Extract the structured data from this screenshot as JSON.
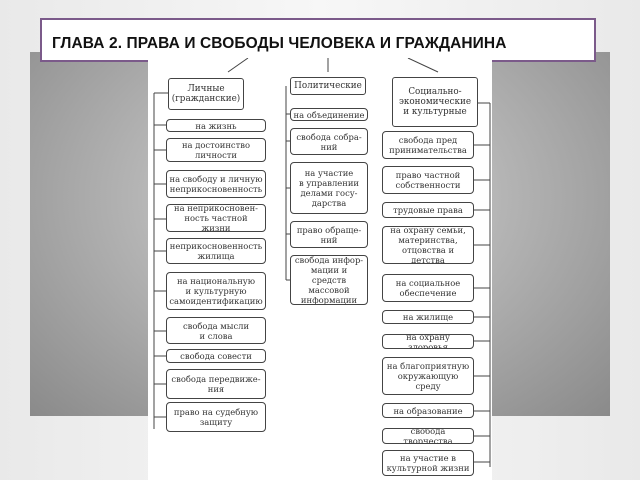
{
  "title": "ГЛАВА 2. ПРАВА И СВОБОДЫ ЧЕЛОВЕКА И ГРАЖДАНИНА",
  "columns": [
    {
      "header": "Личные\n(гражданские)",
      "items": [
        "на жизнь",
        "на достоинство\nличности",
        "на свободу и личную\nнеприкосновенность",
        "на неприкосновен-\nность частной жизни",
        "неприкосновенность\nжилища",
        "на национальную\nи культурную\nсамоидентификацию",
        "свобода мысли\nи слова",
        "свобода совести",
        "свобода передвиже-\nния",
        "право на судебную\nзащиту"
      ]
    },
    {
      "header": "Политические",
      "items": [
        "на объединение",
        "свобода собра-\nний",
        "на участие\nв управлении\nделами госу-\nдарства",
        "право обраще-\nний",
        "свобода инфор-\nмации и средств\nмассовой\nинформации"
      ]
    },
    {
      "header": "Социально-\nэкономические\nи культурные",
      "items": [
        "свобода пред\nпринимательства",
        "право частной\nсобственности",
        "трудовые права",
        "на охрану семьи,\nматеринства,\nотцовства и детства",
        "на социальное\nобеспечение",
        "на жилище",
        "на охрану здоровья",
        "на благоприятную\nокружающую\nсреду",
        "на образование",
        "свобода творчества",
        "на участие в\nкультурной жизни"
      ]
    }
  ]
}
